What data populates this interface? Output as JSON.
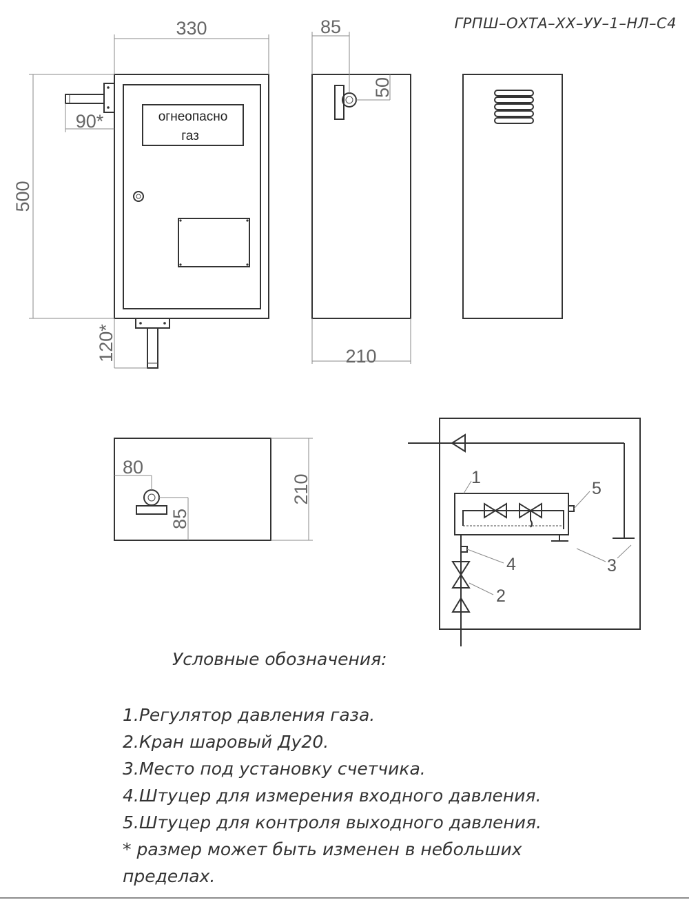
{
  "model_code": "ГРПШ–ОХТА–ХХ–УУ–1–НЛ–С4",
  "front_view": {
    "dim_width": "330",
    "dim_height": "500",
    "dim_inlet_offset": "90*",
    "dim_outlet_length": "120*",
    "sign_line1": "огнеопасно",
    "sign_line2": "газ"
  },
  "side_view": {
    "dim_top": "85",
    "dim_bottom": "210",
    "dim_pipe": "50"
  },
  "top_view": {
    "dim_side": "210",
    "dim_pipe_offset": "80",
    "dim_pipe_depth": "85"
  },
  "scheme": {
    "callouts": [
      "1",
      "2",
      "3",
      "4",
      "5"
    ]
  },
  "legend": {
    "title": "Условные обозначения:",
    "items": [
      "1.Регулятор давления газа.",
      "2.Кран шаровый Ду20.",
      "3.Место под установку счетчика.",
      "4.Штуцер для измерения входного давления.",
      "5.Штуцер для контроля выходного давления.",
      "* размер может быть изменен в небольших пределах."
    ]
  }
}
